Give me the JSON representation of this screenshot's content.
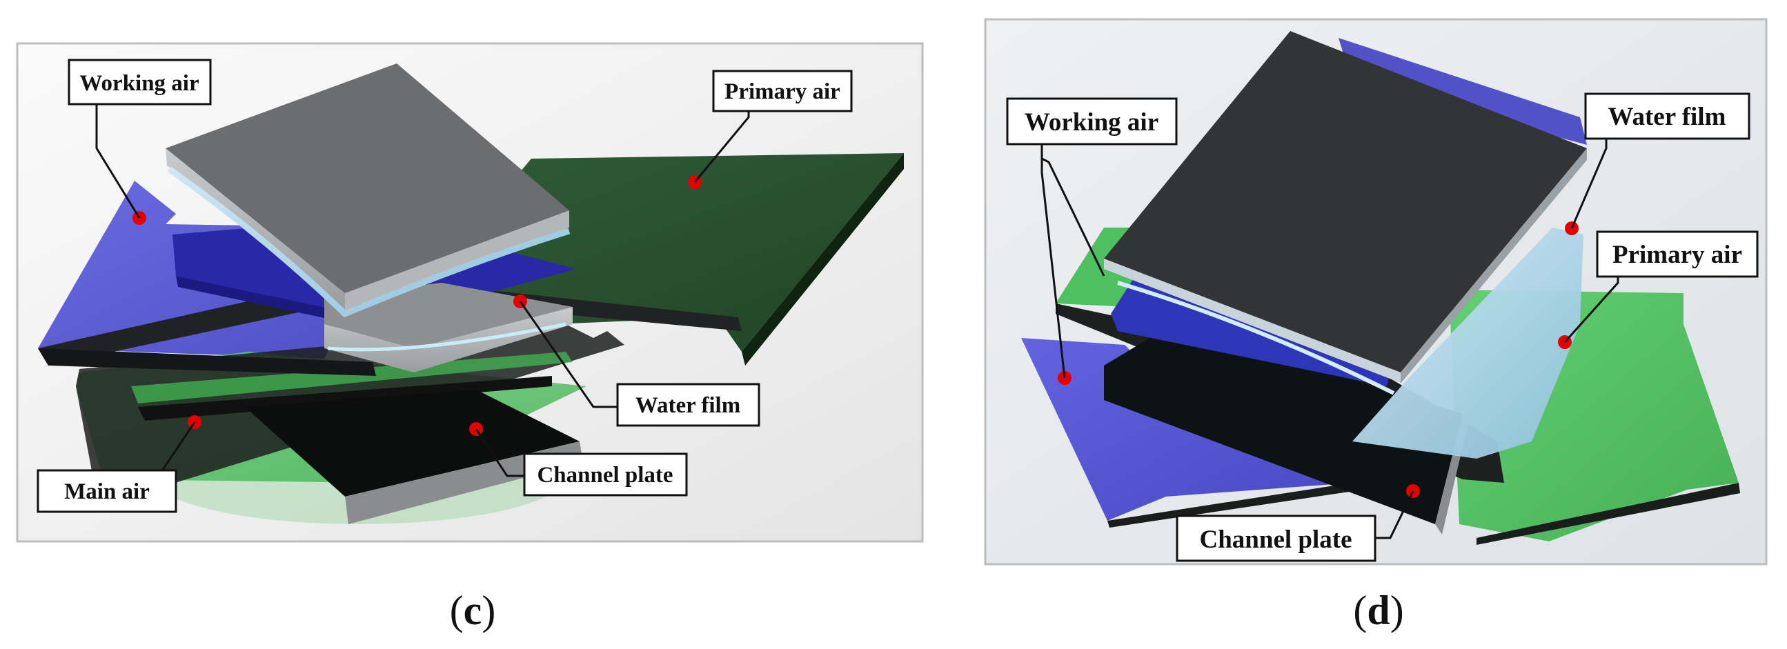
{
  "panels": [
    {
      "caption_letter": "c",
      "labels": {
        "working_air": "Working air",
        "primary_air": "Primary air",
        "water_film": "Water film",
        "main_air": "Main air",
        "channel_plate": "Channel plate"
      }
    },
    {
      "caption_letter": "d",
      "labels": {
        "working_air": "Working air",
        "water_film": "Water film",
        "primary_air": "Primary air",
        "channel_plate": "Channel plate"
      }
    }
  ],
  "colors": {
    "working_air": "#5a5ad6",
    "primary_air_c": "#1f4a26",
    "primary_air_d": "#4fc060",
    "main_air": "#3fa24c",
    "plate_top": "#6b6c6e",
    "plate_dark": "#2f3032",
    "water_film": "#a9d6ec",
    "marker": "#e60000"
  }
}
